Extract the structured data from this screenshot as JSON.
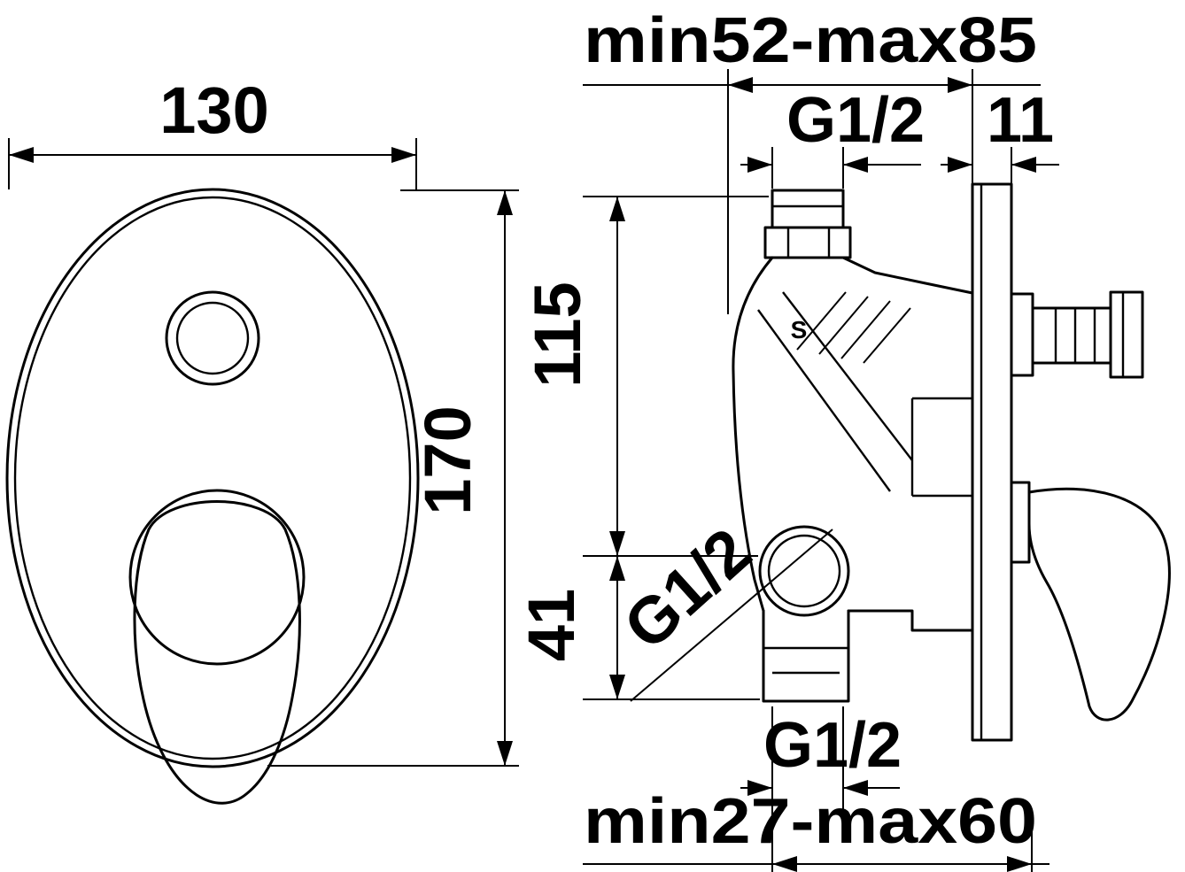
{
  "drawing": {
    "type": "technical-dimension-drawing",
    "subject": "concealed shower mixer valve, front and side views",
    "colors": {
      "line": "#000000",
      "background": "#ffffff"
    },
    "front_view": {
      "width_dim": "130",
      "height_dim": "170"
    },
    "side_view": {
      "depth_range_top": "min52-max85",
      "top_port_thread": "G1/2",
      "plate_thickness": "11",
      "upper_height": "115",
      "lower_height": "41",
      "side_port_thread": "G1/2",
      "bottom_port_thread": "G1/2",
      "depth_range_bottom": "min27-max60",
      "body_mark": "S"
    }
  }
}
